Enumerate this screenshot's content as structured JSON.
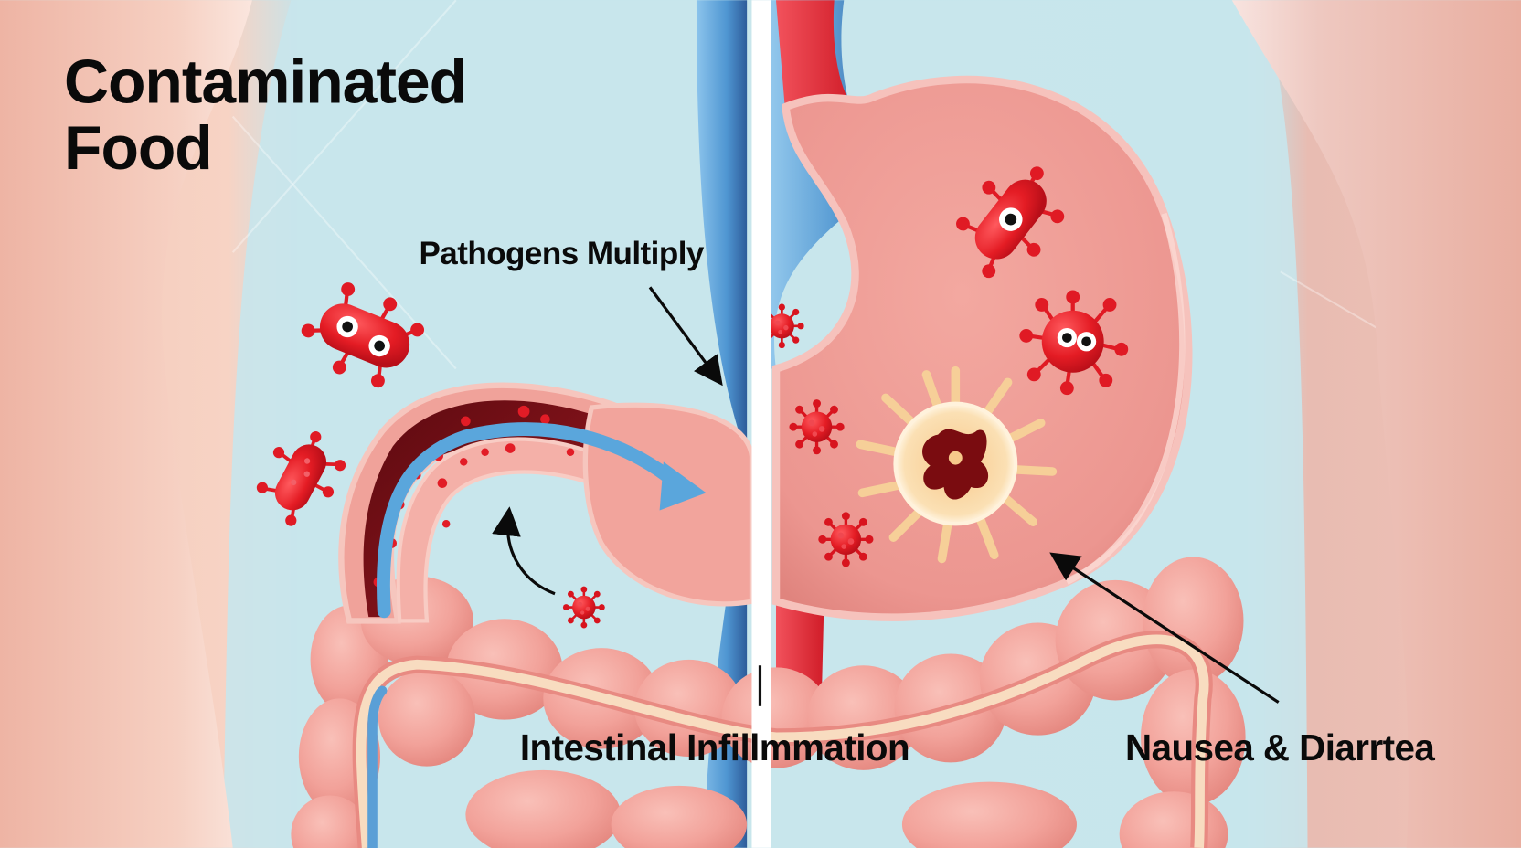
{
  "diagram": {
    "title_line1": "Contaminated",
    "title_line2": "Food",
    "labels": {
      "pathogens": "Pathogens Multiply",
      "inflammation": "Intestinal Infillmmation",
      "symptoms": "Nausea & Diarrtea"
    },
    "colors": {
      "background_blue": "#c4e4ea",
      "skin": "#f2c2b4",
      "organ_pink": "#f0a29a",
      "organ_dark": "#e48a84",
      "lumen_dark": "#7a0c12",
      "pathogen_red": "#e01a24",
      "vein_blue": "#5a9fd6",
      "artery_red": "#e02634",
      "divider_white": "#ffffff",
      "nerve_cream": "#f8dcc0",
      "immune_cell": "#fbe2b2",
      "flow_arrow": "#5aa6dc",
      "pointer_arrow": "#0a0a0a"
    },
    "icons": [
      "bacteria-icon",
      "virus-icon",
      "immune-cell-icon",
      "flow-arrow-icon",
      "pointer-arrow-icon"
    ]
  }
}
